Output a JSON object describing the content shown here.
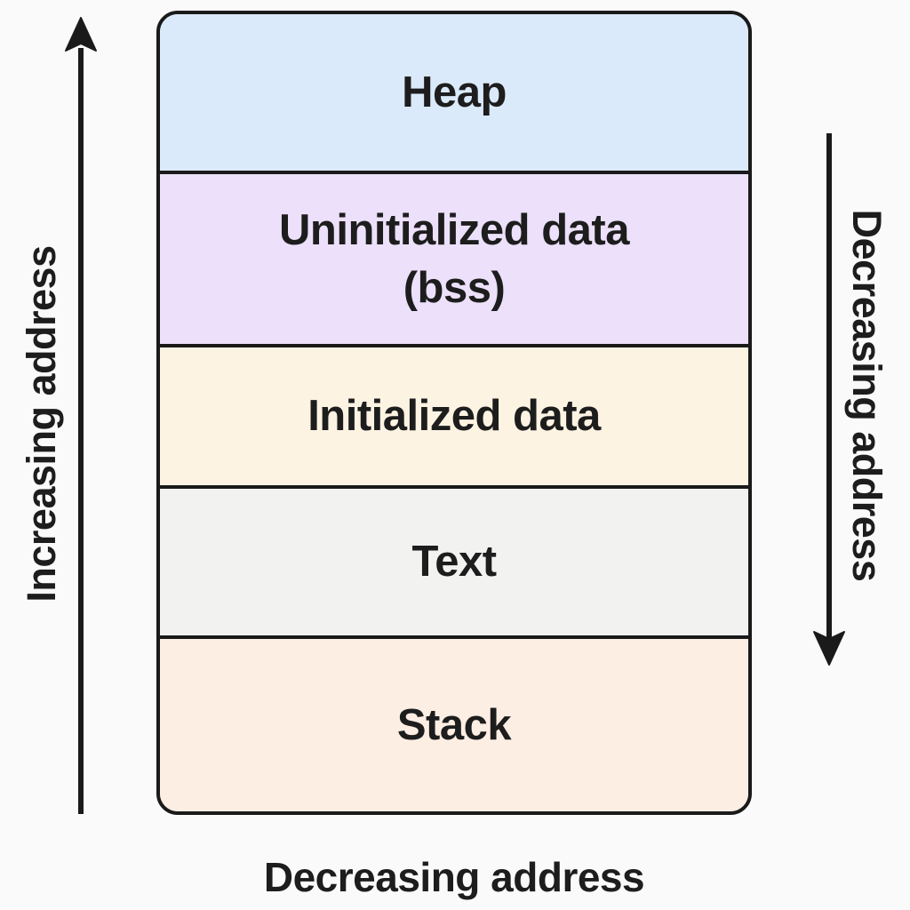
{
  "diagram": {
    "kind": "process-memory-layout",
    "colors": {
      "page_background": "#fafafa",
      "border": "#1a1a1a",
      "label_text": "#1d1d1d"
    },
    "memory_map": {
      "sections": [
        {
          "name": "heap",
          "line1": "Heap",
          "line2": "",
          "bg": "#dbeafb"
        },
        {
          "name": "uninitialized-data",
          "line1": "Uninitialized data",
          "line2": "(bss)",
          "bg": "#ece0fa"
        },
        {
          "name": "initialized-data",
          "line1": "Initialized data",
          "line2": "",
          "bg": "#fdf3e2"
        },
        {
          "name": "text",
          "line1": "Text",
          "line2": "",
          "bg": "#f2f2f1"
        },
        {
          "name": "stack",
          "line1": "Stack",
          "line2": "",
          "bg": "#fdeee4"
        }
      ]
    },
    "annotations": {
      "left_arrow": {
        "label": "Increasing address",
        "direction": "up"
      },
      "right_arrow": {
        "label": "Decreasing address",
        "direction": "down"
      },
      "bottom_label": "Decreasing address"
    }
  }
}
